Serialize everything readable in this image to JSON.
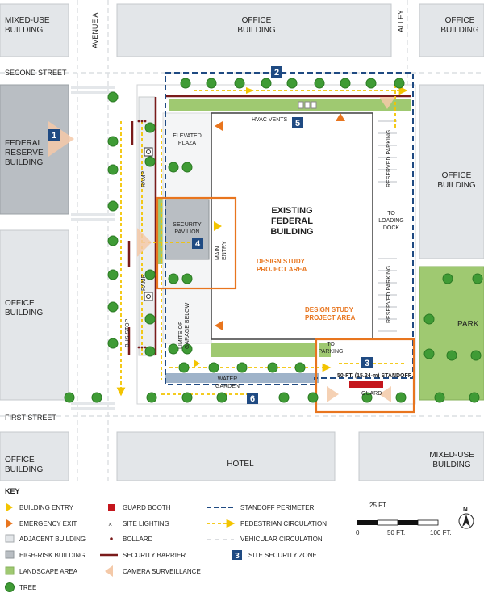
{
  "streets": {
    "avenue": "AVENUE A",
    "alley": "ALLEY",
    "second": "SECOND STREET",
    "first": "FIRST STREET"
  },
  "buildings": {
    "mixed_use_nw": [
      "MIXED-USE",
      "BUILDING"
    ],
    "office_top": [
      "OFFICE",
      "BUILDING"
    ],
    "office_ne": [
      "OFFICE",
      "BUILDING"
    ],
    "federal_reserve": [
      "FEDERAL",
      "RESERVE",
      "BUILDING"
    ],
    "office_west": [
      "OFFICE",
      "BUILDING"
    ],
    "office_east": [
      "OFFICE",
      "BUILDING"
    ],
    "park": "PARK",
    "office_sw": [
      "OFFICE",
      "BUILDING"
    ],
    "hotel": "HOTEL",
    "mixed_use_se": [
      "MIXED-USE",
      "BUILDING"
    ],
    "existing_federal": [
      "EXISTING",
      "FEDERAL",
      "BUILDING"
    ]
  },
  "site_labels": {
    "hvac": "HVAC VENTS",
    "elevated_plaza": [
      "ELEVATED",
      "PLAZA"
    ],
    "security_pavilion": [
      "SECURITY",
      "PAVILION"
    ],
    "main_entry": [
      "MAIN",
      "ENTRY"
    ],
    "ramp_top": "RAMP",
    "ramp_bottom": "RAMP",
    "bus_stop": "BUS STOP",
    "limits_garage": [
      "LIMITS OF",
      "GARAGE BELOW"
    ],
    "water_garden": [
      "WATER",
      "GARDEN"
    ],
    "reserved_parking_top": "RESERVED PARKING",
    "reserved_parking_bottom": "RESERVED PARKING",
    "to_loading_dock": [
      "TO",
      "LOADING",
      "DOCK"
    ],
    "to_parking": [
      "TO",
      "PARKING"
    ],
    "standoff": "50-FT. (15.24-m) STANDOFF",
    "guard": "GUARD",
    "design_study_1": [
      "DESIGN STUDY",
      "PROJECT AREA"
    ],
    "design_study_2": [
      "DESIGN STUDY",
      "PROJECT AREA"
    ]
  },
  "zones": [
    "1",
    "2",
    "3",
    "4",
    "5",
    "6"
  ],
  "key": {
    "title": "KEY",
    "col1": [
      "BUILDING ENTRY",
      "EMERGENCY EXIT",
      "ADJACENT BUILDING",
      "HIGH-RISK BUILDING",
      "LANDSCAPE AREA",
      "TREE"
    ],
    "col2": [
      "GUARD BOOTH",
      "SITE LIGHTING",
      "BOLLARD",
      "SECURITY BARRIER",
      "CAMERA SURVEILLANCE"
    ],
    "col3": [
      "STANDOFF PERIMETER",
      "PEDESTRIAN CIRCULATION",
      "VEHICULAR CIRCULATION",
      "SITE SECURITY ZONE"
    ],
    "zone_sample": "3"
  },
  "scale": {
    "top": "25 FT.",
    "zero": "0",
    "mid": "50 FT.",
    "end": "100 FT.",
    "north": "N"
  },
  "colors": {
    "building": "#e3e6e9",
    "highrisk": "#b9bec3",
    "landscape": "#9fc971",
    "tree": "#3f9b35",
    "orange": "#e8751e",
    "yellow": "#f3c400",
    "navy": "#1f4a82",
    "red": "#c4161c",
    "barrier": "#7a1b1b"
  }
}
